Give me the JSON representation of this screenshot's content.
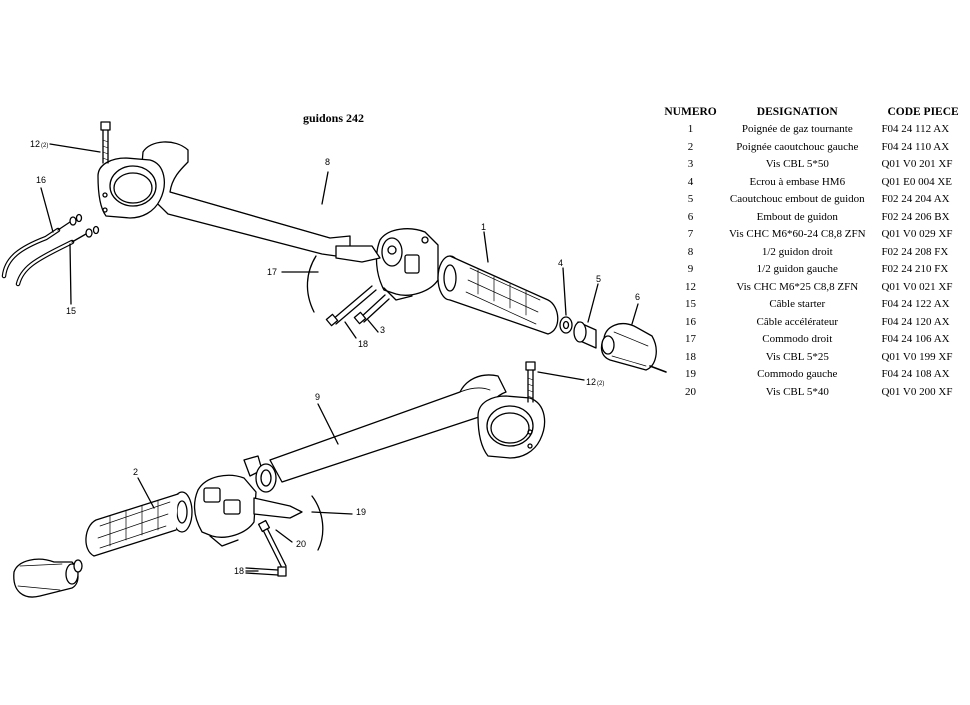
{
  "diagram": {
    "title": "guidons 242"
  },
  "callouts": {
    "c1": "1",
    "c2": "2",
    "c3": "3",
    "c4": "4",
    "c5": "5",
    "c6": "6",
    "c8": "8",
    "c9": "9",
    "c12a": "12",
    "c12a_sub": "(2)",
    "c12b": "12",
    "c12b_sub": "(2)",
    "c15": "15",
    "c16": "16",
    "c17": "17",
    "c18a": "18",
    "c18b": "18",
    "c19": "19",
    "c20": "20"
  },
  "table": {
    "headers": {
      "numero": "NUMERO",
      "designation": "DESIGNATION",
      "code": "CODE PIECE"
    },
    "rows": [
      {
        "numero": "1",
        "designation": "Poignée de gaz tournante",
        "code": "F04 24 112 AX"
      },
      {
        "numero": "2",
        "designation": "Poignée caoutchouc gauche",
        "code": "F04 24 110 AX"
      },
      {
        "numero": "3",
        "designation": "Vis CBL 5*50",
        "code": "Q01 V0 201 XF"
      },
      {
        "numero": "4",
        "designation": "Ecrou à embase HM6",
        "code": "Q01 E0 004 XE"
      },
      {
        "numero": "5",
        "designation": "Caoutchouc embout de guidon",
        "code": "F02 24 204 AX"
      },
      {
        "numero": "6",
        "designation": "Embout de guidon",
        "code": "F02 24 206 BX"
      },
      {
        "numero": "7",
        "designation": "Vis CHC M6*60-24 C8,8 ZFN",
        "code": "Q01 V0 029 XF"
      },
      {
        "numero": "8",
        "designation": "1/2 guidon droit",
        "code": "F02 24 208 FX"
      },
      {
        "numero": "9",
        "designation": "1/2 guidon gauche",
        "code": "F02 24 210 FX"
      },
      {
        "numero": "12",
        "designation": "Vis CHC M6*25 C8,8 ZFN",
        "code": "Q01 V0 021 XF"
      },
      {
        "numero": "15",
        "designation": "Câble starter",
        "code": "F04 24 122 AX"
      },
      {
        "numero": "16",
        "designation": "Câble accélérateur",
        "code": "F04 24 120 AX"
      },
      {
        "numero": "17",
        "designation": "Commodo droit",
        "code": "F04 24 106 AX"
      },
      {
        "numero": "18",
        "designation": "Vis CBL 5*25",
        "code": "Q01 V0 199 XF"
      },
      {
        "numero": "19",
        "designation": "Commodo gauche",
        "code": "F04 24 108 AX"
      },
      {
        "numero": "20",
        "designation": "Vis CBL 5*40",
        "code": "Q01 V0 200 XF"
      }
    ]
  }
}
